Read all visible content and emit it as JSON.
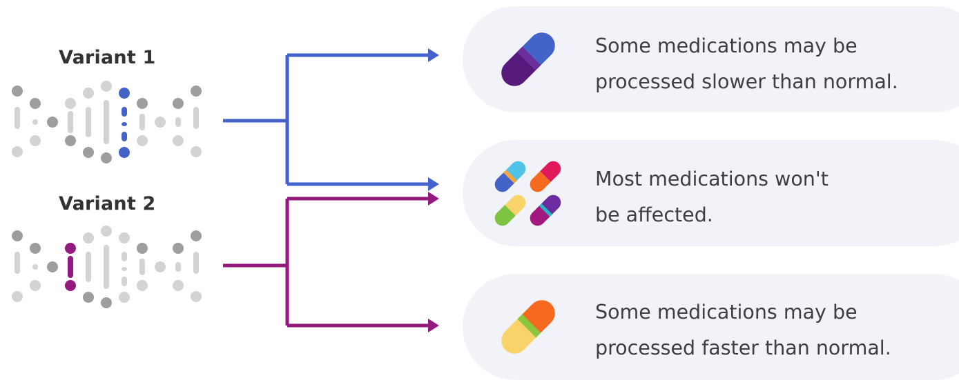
{
  "variants": [
    {
      "label": "Variant 1",
      "highlight_color": "#4363c9"
    },
    {
      "label": "Variant 2",
      "highlight_color": "#951a80"
    }
  ],
  "colors": {
    "dna_dark": "#9e9e9e",
    "dna_light": "#d3d3d3",
    "card_bg": "#f2f2f9",
    "text": "#3f3f3f"
  },
  "outcomes": [
    {
      "line1": "Some medications may be",
      "line2": "processed slower than normal.",
      "icon": "slow-capsule-icon"
    },
    {
      "line1": "Most medications won't",
      "line2": "be affected.",
      "icon": "multiple-capsules-icon"
    },
    {
      "line1": "Some medications may be",
      "line2": "processed faster than normal.",
      "icon": "fast-capsule-icon"
    }
  ]
}
